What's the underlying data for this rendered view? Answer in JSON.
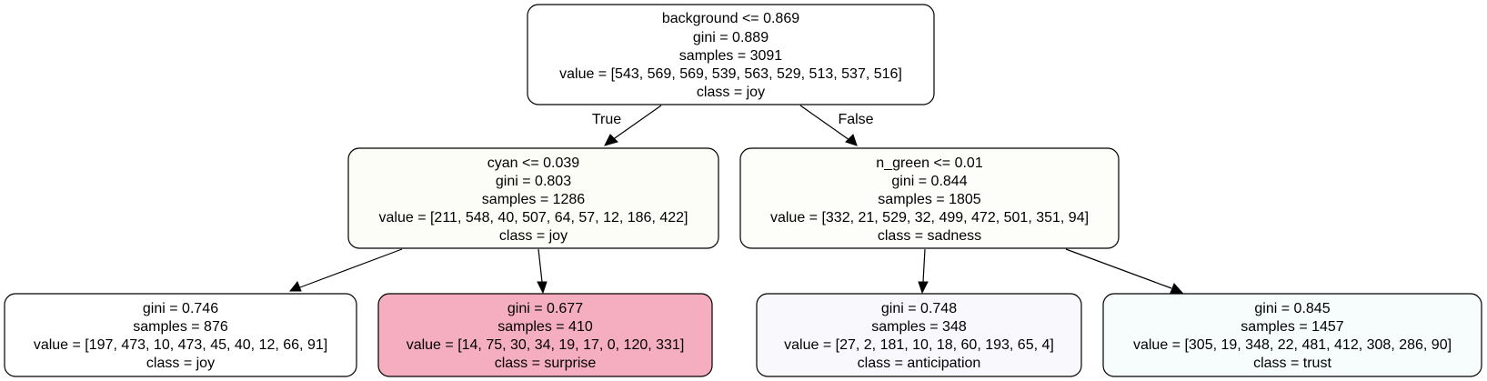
{
  "tree": {
    "nodes": {
      "root": {
        "lines": [
          "background <= 0.869",
          "gini = 0.889",
          "samples = 3091",
          "value = [543, 569, 569, 539, 563, 529, 513, 537, 516]",
          "class = joy"
        ],
        "fill": "#ffffff"
      },
      "left": {
        "lines": [
          "cyan <= 0.039",
          "gini = 0.803",
          "samples = 1286",
          "value = [211, 548, 40, 507, 64, 57, 12, 186, 422]",
          "class = joy"
        ],
        "fill": "#fdfdf8"
      },
      "right": {
        "lines": [
          "n_green <= 0.01",
          "gini = 0.844",
          "samples = 1805",
          "value = [332, 21, 529, 32, 499, 472, 501, 351, 94]",
          "class = sadness"
        ],
        "fill": "#fdfdfa"
      },
      "leaf1": {
        "lines": [
          "gini = 0.746",
          "samples = 876",
          "value = [197, 473, 10, 473, 45, 40, 12, 66, 91]",
          "class = joy"
        ],
        "fill": "#ffffff"
      },
      "leaf2": {
        "lines": [
          "gini = 0.677",
          "samples = 410",
          "value = [14, 75, 30, 34, 19, 17, 0, 120, 331]",
          "class = surprise"
        ],
        "fill": "#f4aec0"
      },
      "leaf3": {
        "lines": [
          "gini = 0.748",
          "samples = 348",
          "value = [27, 2, 181, 10, 18, 60, 193, 65, 4]",
          "class = anticipation"
        ],
        "fill": "#f9f8fd"
      },
      "leaf4": {
        "lines": [
          "gini = 0.845",
          "samples = 1457",
          "value = [305, 19, 348, 22, 481, 412, 308, 286, 90]",
          "class = trust"
        ],
        "fill": "#f7fdfd"
      }
    },
    "edge_labels": {
      "true_label": "True",
      "false_label": "False"
    }
  }
}
